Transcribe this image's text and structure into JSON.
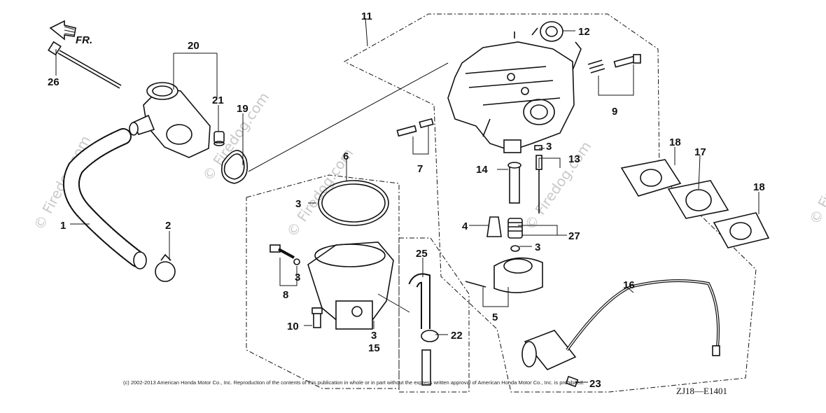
{
  "diagram": {
    "direction_label": "FR.",
    "diagram_code": "ZJ18—E1401",
    "watermark": "© Firedog.com",
    "copyright": "(c) 2002-2013 American Honda Motor Co., Inc. Reproduction of the contents of this publication in whole or in part without the express written approval of American Honda Motor Co., Inc. is prohibited.",
    "callouts": [
      {
        "id": "c1",
        "label": "1"
      },
      {
        "id": "c2",
        "label": "2"
      },
      {
        "id": "c3a",
        "label": "3"
      },
      {
        "id": "c3b",
        "label": "3"
      },
      {
        "id": "c3c",
        "label": "3"
      },
      {
        "id": "c3d",
        "label": "3"
      },
      {
        "id": "c3e",
        "label": "3"
      },
      {
        "id": "c4",
        "label": "4"
      },
      {
        "id": "c5",
        "label": "5"
      },
      {
        "id": "c6",
        "label": "6"
      },
      {
        "id": "c7",
        "label": "7"
      },
      {
        "id": "c8",
        "label": "8"
      },
      {
        "id": "c9",
        "label": "9"
      },
      {
        "id": "c10",
        "label": "10"
      },
      {
        "id": "c11",
        "label": "11"
      },
      {
        "id": "c12",
        "label": "12"
      },
      {
        "id": "c13",
        "label": "13"
      },
      {
        "id": "c14",
        "label": "14"
      },
      {
        "id": "c15",
        "label": "15"
      },
      {
        "id": "c16",
        "label": "16"
      },
      {
        "id": "c17",
        "label": "17"
      },
      {
        "id": "c18a",
        "label": "18"
      },
      {
        "id": "c18b",
        "label": "18"
      },
      {
        "id": "c19",
        "label": "19"
      },
      {
        "id": "c20",
        "label": "20"
      },
      {
        "id": "c21",
        "label": "21"
      },
      {
        "id": "c22",
        "label": "22"
      },
      {
        "id": "c23",
        "label": "23"
      },
      {
        "id": "c25",
        "label": "25"
      },
      {
        "id": "c26",
        "label": "26"
      },
      {
        "id": "c27",
        "label": "27"
      }
    ]
  }
}
